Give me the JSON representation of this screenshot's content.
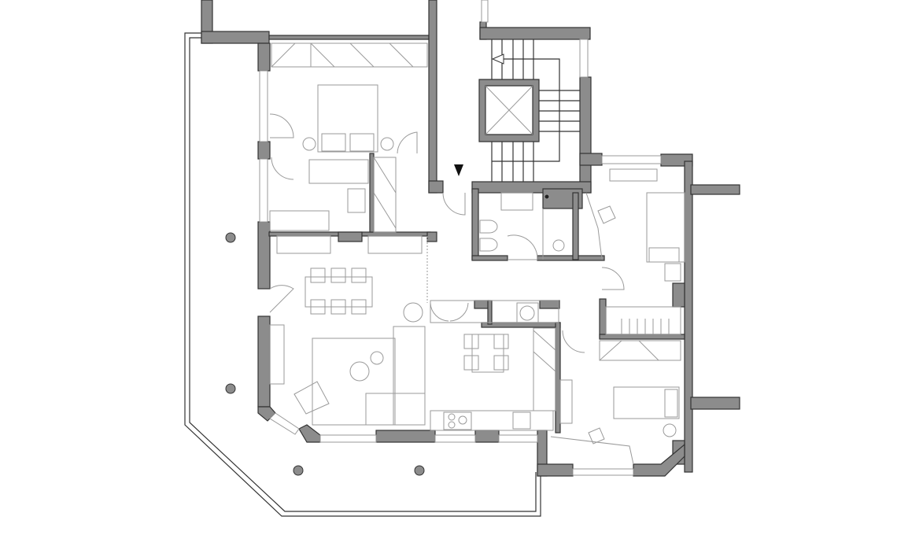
{
  "colors": {
    "wall_fill": "#8c8c8c",
    "wall_stroke": "#333333",
    "furniture_stroke": "#9a9a9a",
    "background": "#ffffff"
  },
  "plan": {
    "rooms": [
      "master-bedroom",
      "master-bathroom",
      "living-dining",
      "kitchen",
      "guest-bathroom",
      "stairwell",
      "elevator",
      "bedroom-2",
      "bedroom-3",
      "terrace"
    ]
  }
}
